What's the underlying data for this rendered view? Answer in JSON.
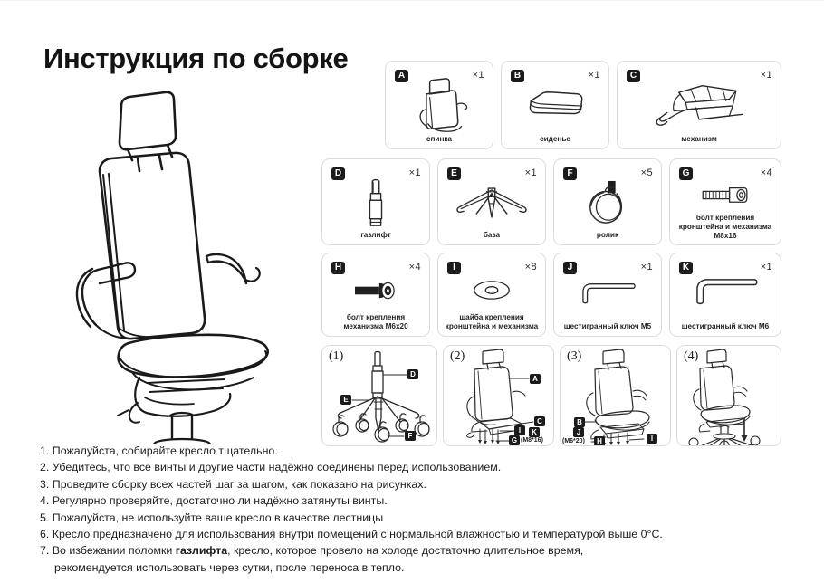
{
  "document": {
    "title": "Инструкция по сборке",
    "language": "ru"
  },
  "hero": {
    "name": "office-chair-illustration",
    "caption": ""
  },
  "parts": [
    {
      "code": "A",
      "name": "спинка",
      "qty": "×1",
      "icon": "backrest-icon"
    },
    {
      "code": "B",
      "name": "сиденье",
      "qty": "×1",
      "icon": "seat-cushion-icon"
    },
    {
      "code": "C",
      "name": "механизм",
      "qty": "×1",
      "icon": "tilt-mechanism-icon"
    },
    {
      "code": "D",
      "name": "газлифт",
      "qty": "×1",
      "icon": "gas-lift-icon"
    },
    {
      "code": "E",
      "name": "база",
      "qty": "×1",
      "icon": "five-star-base-icon"
    },
    {
      "code": "F",
      "name": "ролик",
      "qty": "×5",
      "icon": "caster-wheel-icon"
    },
    {
      "code": "G",
      "name": "болт крепления\nкронштейна и механизма\nM8x16",
      "qty": "×4",
      "icon": "socket-cap-bolt-icon"
    },
    {
      "code": "H",
      "name": "болт крепления\nмеханизма M6x20",
      "qty": "×4",
      "icon": "button-head-bolt-icon"
    },
    {
      "code": "I",
      "name": "шайба крепления\nкронштейна и механизма",
      "qty": "×8",
      "icon": "washer-icon"
    },
    {
      "code": "J",
      "name": "шестигранный ключ M5",
      "qty": "×1",
      "icon": "hex-key-icon"
    },
    {
      "code": "K",
      "name": "шестигранный ключ M6",
      "qty": "×1",
      "icon": "hex-key-icon"
    }
  ],
  "steps": [
    {
      "number": "(1)",
      "labels": [
        {
          "text": "D",
          "note": ""
        },
        {
          "text": "E",
          "note": ""
        },
        {
          "text": "F",
          "note": ""
        }
      ]
    },
    {
      "number": "(2)",
      "labels": [
        {
          "text": "A",
          "note": ""
        },
        {
          "text": "C",
          "note": ""
        },
        {
          "text": "I",
          "note": ""
        },
        {
          "text": "K",
          "note": ""
        },
        {
          "text": "G",
          "note": "(M8*16)"
        }
      ]
    },
    {
      "number": "(3)",
      "labels": [
        {
          "text": "B",
          "note": ""
        },
        {
          "text": "J",
          "note": ""
        },
        {
          "text": "H",
          "note": "(M6*20)"
        },
        {
          "text": "I",
          "note": ""
        }
      ]
    },
    {
      "number": "(4)",
      "labels": []
    }
  ],
  "notes": [
    {
      "num": "1.",
      "text": "Пожалуйста, собирайте кресло тщательно.",
      "continuation": ""
    },
    {
      "num": "2.",
      "text": "Убедитесь, что все винты и другие части надёжно  соединены  перед использованием.",
      "continuation": ""
    },
    {
      "num": "3.",
      "text": "Проведите сборку всех частей шаг за шагом,  как показано на рисунках.",
      "continuation": ""
    },
    {
      "num": "4.",
      "text": "Регулярно проверяйте, достаточно ли надёжно затянуты винты.",
      "continuation": ""
    },
    {
      "num": "5.",
      "text": "Пожалуйста, не используйте ваше кресло в качестве лестницы",
      "continuation": ""
    },
    {
      "num": "6.",
      "text": "Кресло предназначено для использования внутри помещений с нормальной влажностью и температурой выше 0°C.",
      "continuation": ""
    },
    {
      "num": "7.",
      "text_before_bold": "Во избежании поломки ",
      "bold": "газлифта",
      "text_after_bold": ", кресло, которое провело на холоде достаточно длительное время,",
      "continuation": "рекомендуется использовать через сутки, после переноса в тепло."
    }
  ],
  "colors": {
    "ink": "#1a1a1a",
    "panel_border": "#dcdcdc",
    "badge_bg": "#1b1b1b",
    "badge_fg": "#ffffff",
    "page_bg": "#ffffff"
  }
}
